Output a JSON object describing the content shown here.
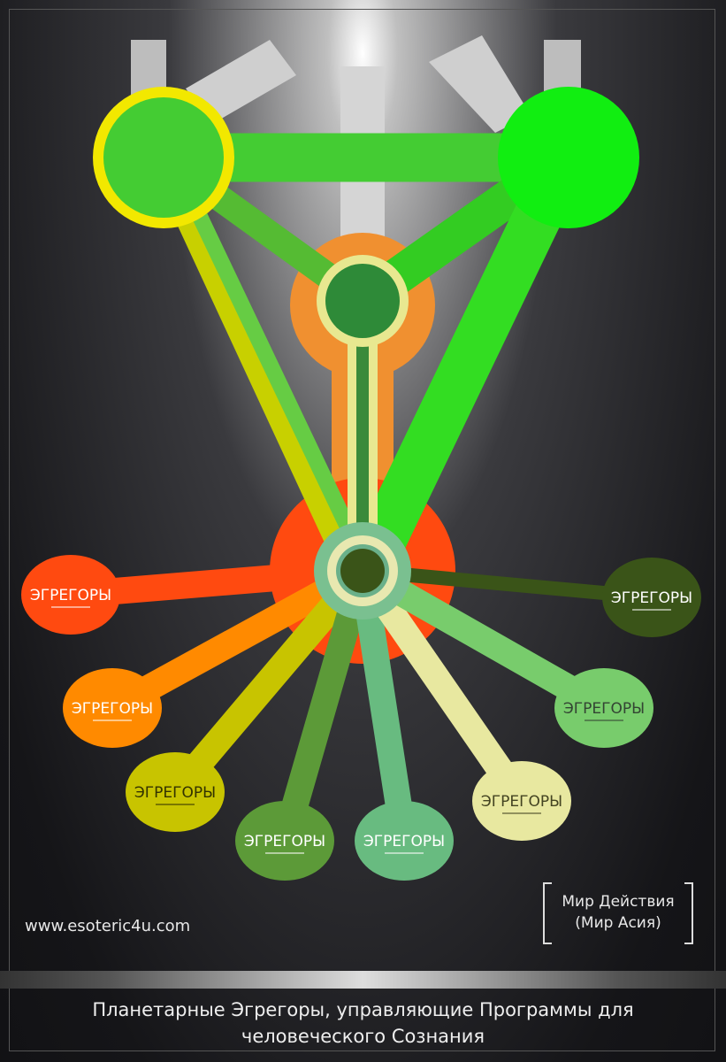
{
  "egregors": [
    {
      "label": "ЭГРЕГОРЫ",
      "color": "#ff4a10",
      "text": "#ffffff"
    },
    {
      "label": "ЭГРЕГОРЫ",
      "color": "#ff8a00",
      "text": "#ffffff"
    },
    {
      "label": "ЭГРЕГОРЫ",
      "color": "#c8c400",
      "text": "#333300"
    },
    {
      "label": "ЭГРЕГОРЫ",
      "color": "#5c9a38",
      "text": "#ffffff"
    },
    {
      "label": "ЭГРЕГОРЫ",
      "color": "#68bb80",
      "text": "#ffffff"
    },
    {
      "label": "ЭГРЕГОРЫ",
      "color": "#e8e8a0",
      "text": "#444422"
    },
    {
      "label": "ЭГРЕГОРЫ",
      "color": "#78cc6c",
      "text": "#334433"
    },
    {
      "label": "ЭГРЕГОРЫ",
      "color": "#3a5418",
      "text": "#ffffff"
    }
  ],
  "website": "www.esoteric4u.com",
  "world": {
    "line1": "Мир Действия",
    "line2": "(Мир Асия)"
  },
  "caption": {
    "line1": "Планетарные Эгрегоры, управляющие Программы для",
    "line2": "человеческого Сознания"
  }
}
